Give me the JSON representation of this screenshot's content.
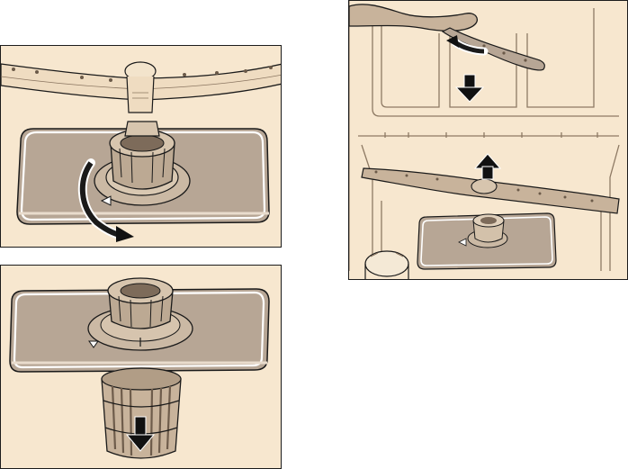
{
  "colors": {
    "panel_bg": "#f7e7cf",
    "plate": "#b7a695",
    "plate_edge": "#ffffff",
    "arm": "#efdcc1",
    "outline": "#1a1a1a",
    "arrow": "#111111"
  },
  "panels": [
    {
      "name": "unscrew-filter-step",
      "icons": [
        "spray-arm-icon",
        "filter-plate-icon",
        "rotate-arrow-icon",
        "alignment-triangle-icon"
      ]
    },
    {
      "name": "remove-filter-step",
      "icons": [
        "filter-plate-icon",
        "cylinder-filter-icon",
        "down-arrow-icon",
        "alignment-triangle-icon"
      ]
    },
    {
      "name": "remove-spray-arms-step",
      "icons": [
        "upper-spray-arm-icon",
        "rotate-arrow-icon",
        "down-arrow-icon",
        "lower-spray-arm-icon",
        "up-arrow-icon",
        "filter-plate-icon",
        "salt-cap-icon"
      ]
    }
  ]
}
